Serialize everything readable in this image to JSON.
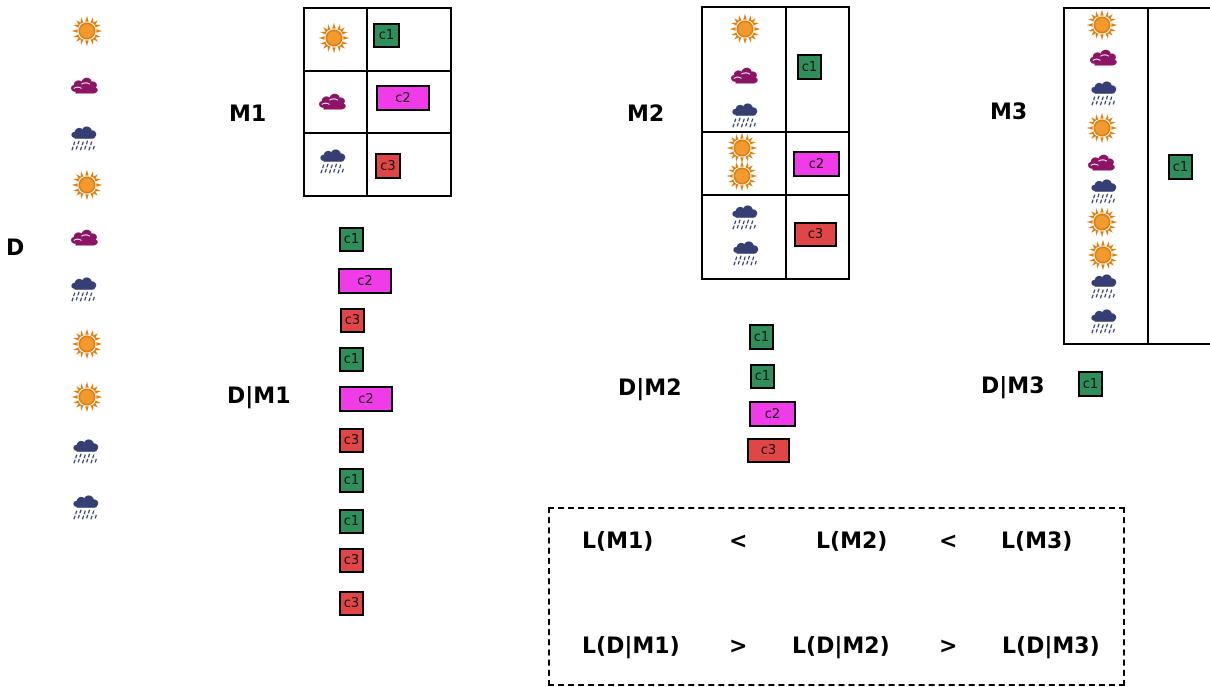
{
  "labels": {
    "D": "D",
    "M1": "M1",
    "M2": "M2",
    "M3": "M3",
    "DM1": "D|M1",
    "DM2": "D|M2",
    "DM3": "D|M3"
  },
  "codes": {
    "c1": "c1",
    "c2": "c2",
    "c3": "c3"
  },
  "comparisons": {
    "row1": {
      "a": "L(M1)",
      "op1": "<",
      "b": "L(M2)",
      "op2": "<",
      "c": "L(M3)"
    },
    "row2": {
      "a": "L(D|M1)",
      "op1": ">",
      "b": "L(D|M2)",
      "op2": ">",
      "c": "L(D|M3)"
    }
  },
  "dataset_icons": [
    "sun-icon",
    "cloud-icon",
    "rain-icon",
    "sun-icon",
    "cloud-icon",
    "rain-icon",
    "sun-icon",
    "sun-icon",
    "rain-icon",
    "rain-icon"
  ],
  "colors": {
    "sun": "#e07e10",
    "cloud": "#8b1466",
    "rain": "#353f73",
    "c1": "#2f8f5a",
    "c2": "#f03ce8",
    "c3": "#e04646"
  }
}
